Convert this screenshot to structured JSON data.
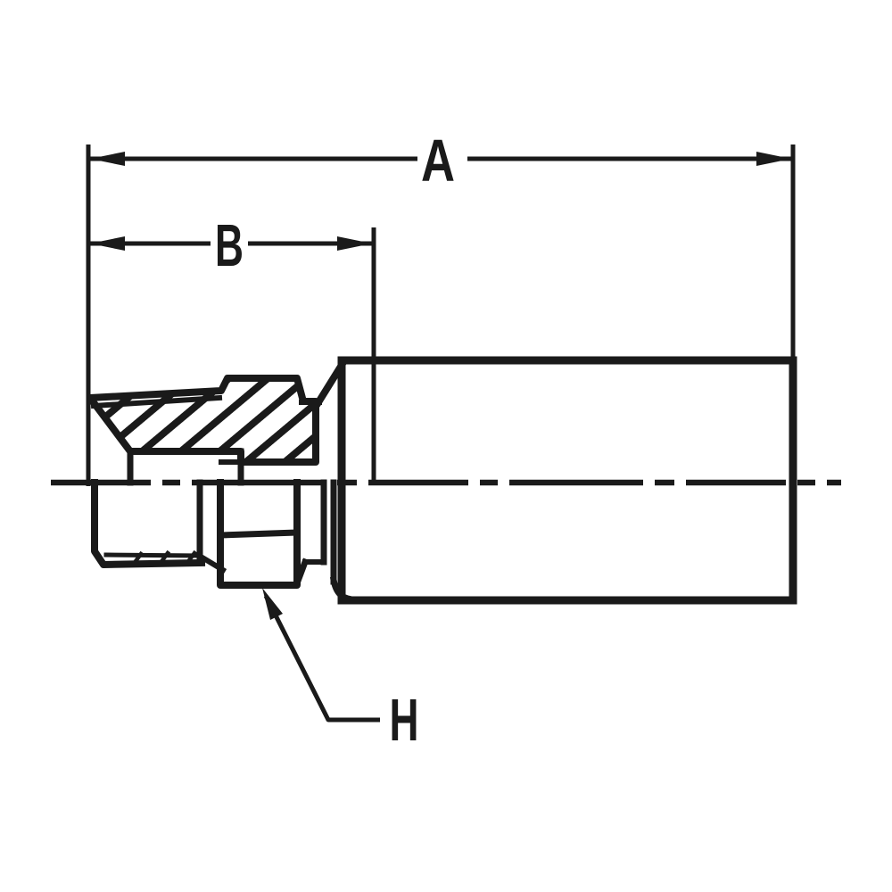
{
  "drawing": {
    "type": "technical-dimension-drawing",
    "subject": "hydraulic-hose-crimp-fitting-male-pipe-thread",
    "colors": {
      "ink": "#1a1a1a",
      "background": "#ffffff"
    },
    "labels": {
      "dim_a": "A",
      "dim_b": "B",
      "dim_h": "H"
    }
  }
}
